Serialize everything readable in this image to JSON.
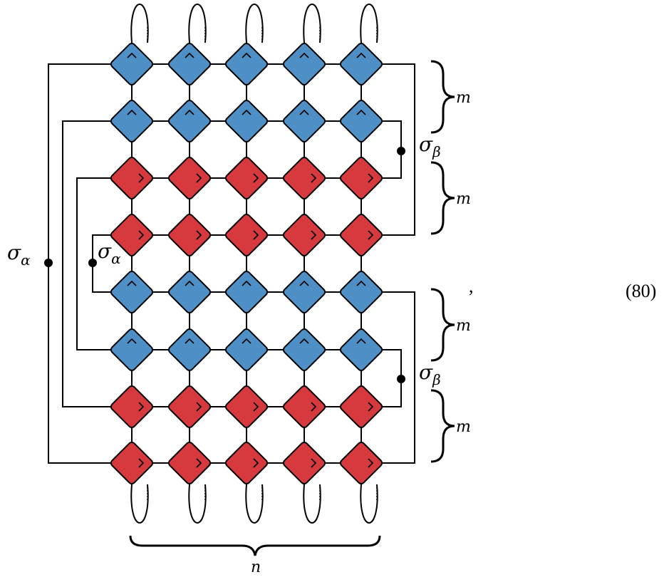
{
  "grid": {
    "columns": 5,
    "rows": 8,
    "row_types": [
      "blue",
      "blue",
      "red",
      "red",
      "blue",
      "blue",
      "red",
      "red"
    ],
    "colors": {
      "blue": "#4e90c6",
      "red": "#d63a3f",
      "stroke": "#000000"
    },
    "symbols": {
      "blue": "^",
      "red": ">"
    }
  },
  "labels": {
    "sigma_alpha_left": {
      "base": "σ",
      "sub": "α"
    },
    "sigma_alpha_inner": {
      "base": "σ",
      "sub": "α"
    },
    "sigma_beta_upper": {
      "base": "σ",
      "sub": "β"
    },
    "sigma_beta_lower": {
      "base": "σ",
      "sub": "β"
    },
    "brace_m": [
      "m",
      "m",
      "m",
      "m"
    ],
    "brace_n": "n",
    "comma": ",",
    "equation_number": "(80)"
  }
}
